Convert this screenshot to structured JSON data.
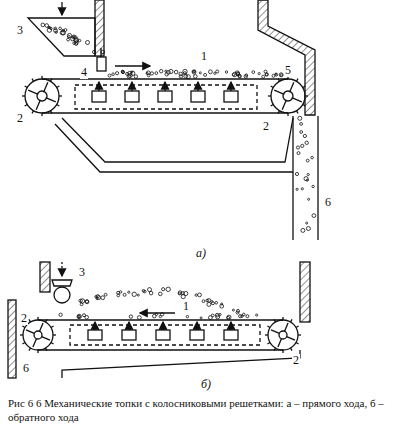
{
  "diagram": {
    "caption": "Рис 6 6 Механические топки с колосниковыми решетками: а – прямого хода, б – обратного хода",
    "labels": [
      "3",
      "4",
      "1",
      "2",
      "5",
      "2",
      "6",
      "а)",
      "3",
      "1",
      "2",
      "2",
      "6",
      "б)"
    ]
  }
}
